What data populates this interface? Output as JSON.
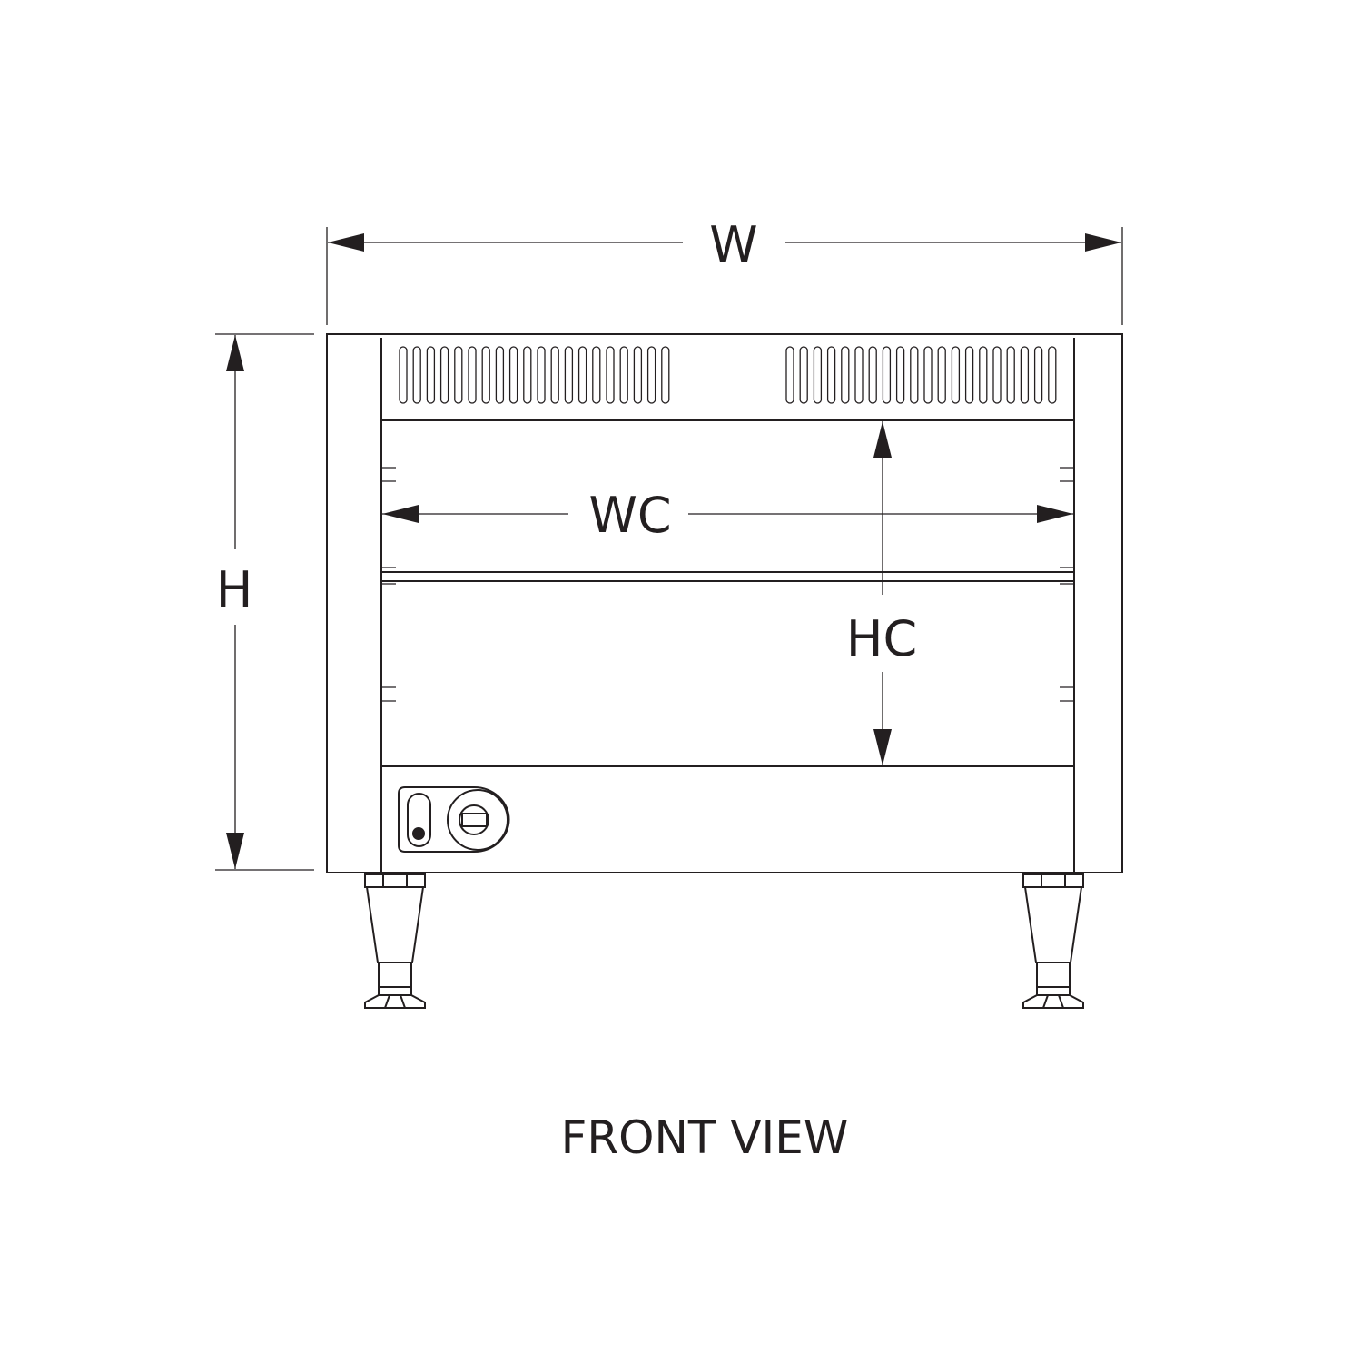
{
  "labels": {
    "width": "W",
    "height": "H",
    "width_cavity": "WC",
    "height_cavity": "HC",
    "caption": "FRONT VIEW"
  },
  "colors": {
    "line": "#231f20",
    "background": "#ffffff"
  }
}
